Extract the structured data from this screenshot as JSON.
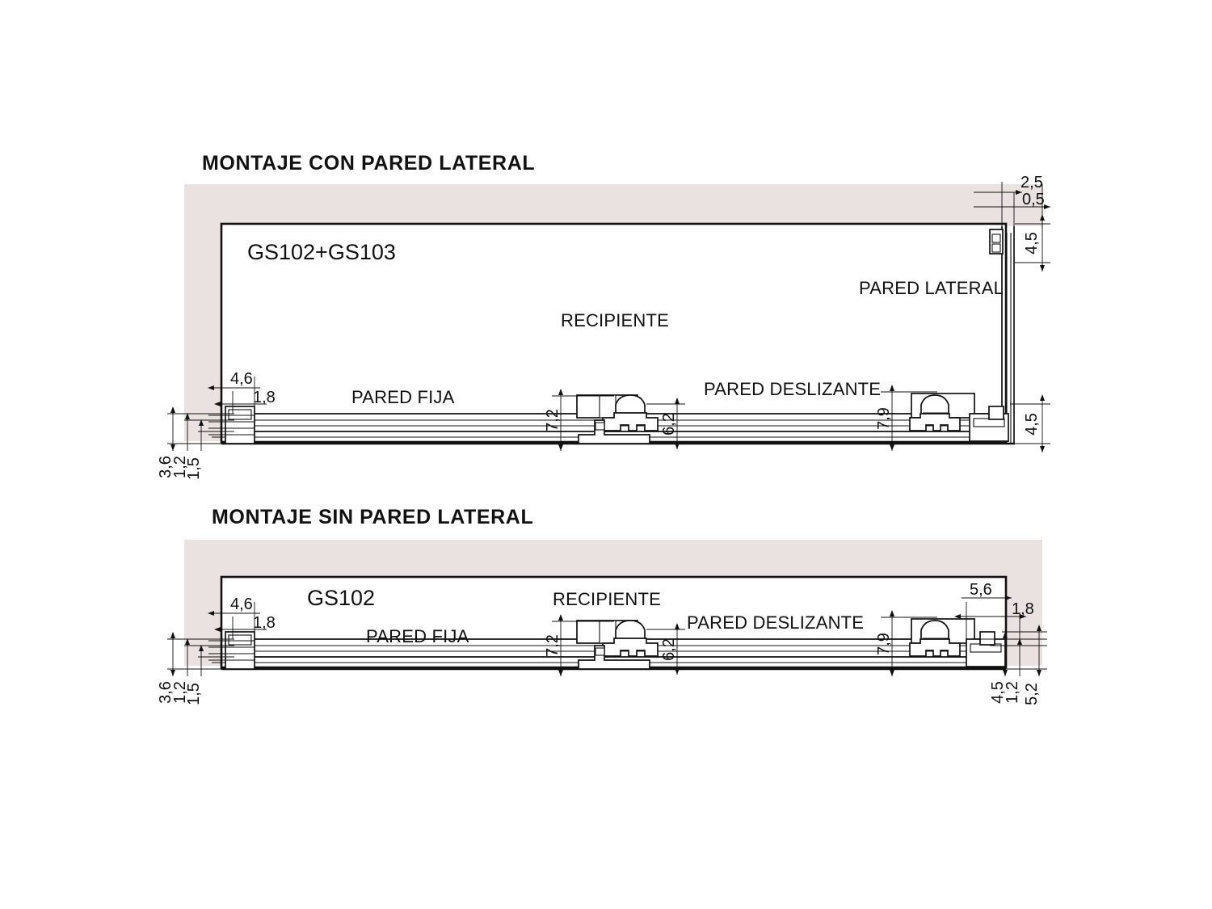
{
  "document": {
    "type": "technical-drawing",
    "language": "es",
    "units": "cm",
    "decimal_separator": ","
  },
  "diagrams": [
    {
      "id": "con-pared-lateral",
      "title": "MONTAJE CON PARED LATERAL",
      "model_code": "GS102+GS103",
      "labels": {
        "recipiente": "RECIPIENTE",
        "pared_fija": "PARED FIJA",
        "pared_deslizante": "PARED DESLIZANTE",
        "pared_lateral": "PARED LATERAL"
      },
      "dimensions": {
        "top_right_outer": "2,5",
        "top_right_inner": "0,5",
        "right_upper_vertical": "4,5",
        "right_lower_vertical": "4,5",
        "left_outer": "4,6",
        "left_inner": "1,8",
        "left_v_outer": "3,6",
        "left_v_mid": "1,2",
        "left_v_inner": "1,5",
        "center_left_vertical": "7,2",
        "center_right_vertical": "6,2",
        "right_roller_vertical": "7,9"
      }
    },
    {
      "id": "sin-pared-lateral",
      "title": "MONTAJE SIN PARED LATERAL",
      "model_code": "GS102",
      "labels": {
        "recipiente": "RECIPIENTE",
        "pared_fija": "PARED FIJA",
        "pared_deslizante": "PARED DESLIZANTE"
      },
      "dimensions": {
        "left_outer": "4,6",
        "left_inner": "1,8",
        "left_v_outer": "3,6",
        "left_v_mid": "1,2",
        "left_v_inner": "1,5",
        "center_left_vertical": "7,2",
        "center_right_vertical": "6,2",
        "right_roller_vertical": "7,9",
        "right_outer": "5,6",
        "right_inner": "1,8",
        "right_v_outer": "4,5",
        "right_v_mid": "1,2",
        "right_v_inner": "5,2"
      }
    }
  ],
  "colors": {
    "wall_shading": "#e9e2e0",
    "line": "#111111",
    "background": "#ffffff"
  }
}
